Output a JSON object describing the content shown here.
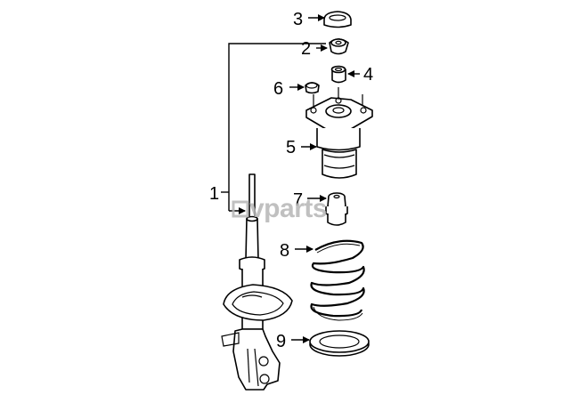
{
  "callouts": [
    {
      "id": "1",
      "label": "1"
    },
    {
      "id": "2",
      "label": "2"
    },
    {
      "id": "3",
      "label": "3"
    },
    {
      "id": "4",
      "label": "4"
    },
    {
      "id": "5",
      "label": "5"
    },
    {
      "id": "6",
      "label": "6"
    },
    {
      "id": "7",
      "label": "7"
    },
    {
      "id": "8",
      "label": "8"
    },
    {
      "id": "9",
      "label": "9"
    }
  ],
  "watermark": {
    "text": "vparts"
  },
  "colors": {
    "line": "#000000",
    "background": "#ffffff",
    "watermark": "#b5b5b5"
  }
}
